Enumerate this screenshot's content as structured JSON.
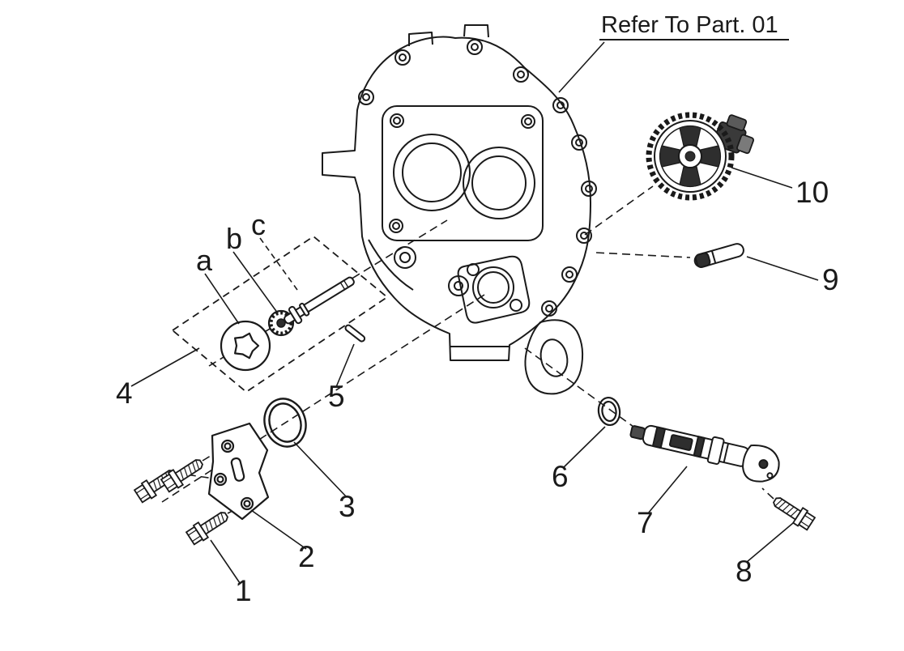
{
  "page": {
    "background_color": "#ffffff",
    "ink_color": "#1a1a1a",
    "dark_fill_color": "#2e2e2e"
  },
  "diagram": {
    "reference_note": "Refer To Part. 01",
    "part_numbers": {
      "1": "1",
      "2": "2",
      "3": "3",
      "4": "4",
      "5": "5",
      "6": "6",
      "7": "7",
      "8": "8",
      "9": "9",
      "10": "10"
    },
    "component_callouts": {
      "a": "a",
      "b": "b",
      "c": "c"
    }
  }
}
